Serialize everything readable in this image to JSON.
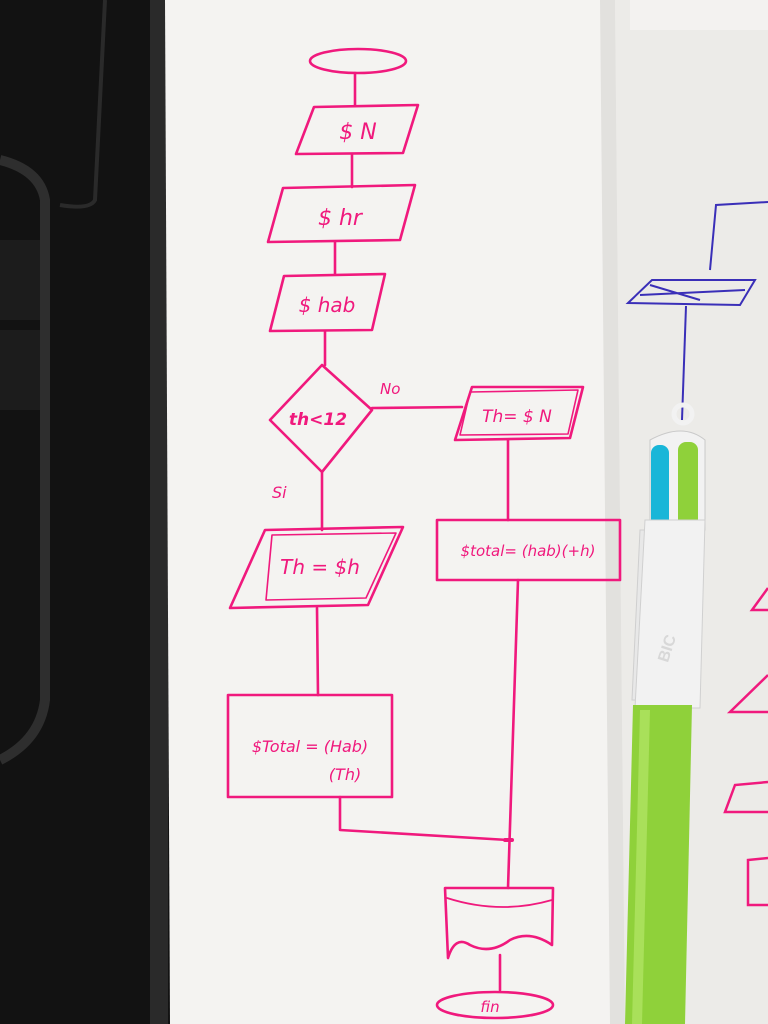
{
  "colors": {
    "ink": "#f0197d",
    "ink_dark": "#d8106c",
    "paper": "#f4f3f1",
    "paper_shadow": "#dcdbd8",
    "laptop": "#121212",
    "blue_ink": "#3a2fb8",
    "pen_green": "#8fd13a",
    "pen_white": "#f2f2f2",
    "pen_cyan": "#19b6d8"
  },
  "flowchart": {
    "input_n": "$ N",
    "input_hr": "$ hr",
    "input_hab": "$ hab",
    "decision": "th<12",
    "label_no": "No",
    "label_si": "Si",
    "output_th_n": "Th= $ N",
    "process_total_right": "$total= (hab)(+h)",
    "output_th_h": "Th = $h",
    "process_total_left_line1": "$Total = (Hab)",
    "process_total_left_line2": "(Th)",
    "end_label": "fin"
  },
  "pen": {
    "brand": "BIC"
  }
}
